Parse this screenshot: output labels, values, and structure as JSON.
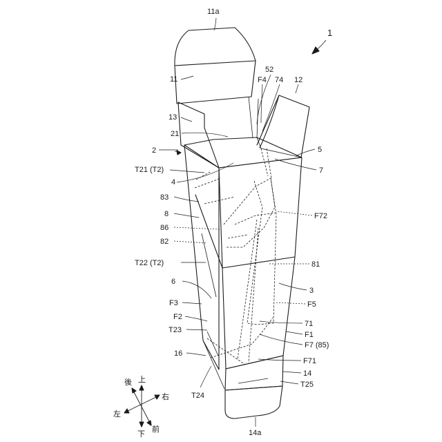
{
  "figure": {
    "reference_number": "1",
    "labels": {
      "l11a": "11a",
      "l11": "11",
      "l13": "13",
      "l21": "21",
      "l2": "2",
      "lT21": "T21 (T2)",
      "l4": "4",
      "l83": "83",
      "l8": "8",
      "l86": "86",
      "l82": "82",
      "lT22": "T22 (T2)",
      "l6": "6",
      "lF3": "F3",
      "lF2": "F2",
      "lT23": "T23",
      "l16": "16",
      "lT24": "T24",
      "l52": "52",
      "lF4": "F4",
      "l74": "74",
      "l12": "12",
      "l5": "5",
      "l7": "7",
      "lF72": "F72",
      "l81": "81",
      "l3": "3",
      "lF5": "F5",
      "l71": "71",
      "lF1": "F1",
      "lF7": "F7 (85)",
      "lF71": "F71",
      "l14": "14",
      "lT25": "T25",
      "l14a": "14a"
    },
    "axes": {
      "back": "後",
      "up": "上",
      "right": "右",
      "left": "左",
      "down": "下",
      "front": "前"
    }
  }
}
